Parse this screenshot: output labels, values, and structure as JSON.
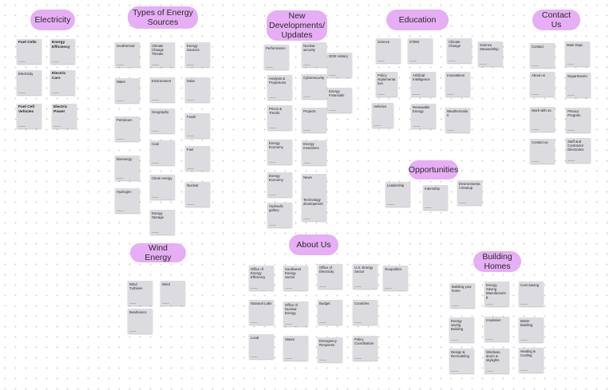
{
  "board": {
    "headers": [
      {
        "id": "electricity",
        "label": "Electricity"
      },
      {
        "id": "types",
        "label": "Types of Energy Sources"
      },
      {
        "id": "developments",
        "label": "New Developments/ Updates"
      },
      {
        "id": "education",
        "label": "Education"
      },
      {
        "id": "contact",
        "label": "Contact Us"
      },
      {
        "id": "opportunities",
        "label": "Opportunities"
      },
      {
        "id": "wind",
        "label": "Wind Energy"
      },
      {
        "id": "about",
        "label": "About Us"
      },
      {
        "id": "buildings",
        "label": "Building Homes"
      }
    ],
    "cards": [
      {
        "label": "Fuel Cells",
        "bold": true
      },
      {
        "label": "Energy Efficiency",
        "bold": true
      },
      {
        "label": "Electricity",
        "bold": false
      },
      {
        "label": "Electric Cars",
        "bold": true
      },
      {
        "label": "Fuel Cell Vehicles",
        "bold": true
      },
      {
        "label": "Electric Power",
        "bold": true
      },
      {
        "label": "Geothermal",
        "bold": false
      },
      {
        "label": "Water",
        "bold": false
      },
      {
        "label": "Petroleum",
        "bold": false
      },
      {
        "label": "Bioenergy",
        "bold": false
      },
      {
        "label": "Hydrogen",
        "bold": false
      },
      {
        "label": "Climate Change Threats",
        "bold": false
      },
      {
        "label": "Environment",
        "bold": false
      },
      {
        "label": "Geography",
        "bold": false
      },
      {
        "label": "Coal",
        "bold": false
      },
      {
        "label": "Clean energy",
        "bold": false
      },
      {
        "label": "Energy Storage",
        "bold": false
      },
      {
        "label": "Energy Sources",
        "bold": false
      },
      {
        "label": "Solar",
        "bold": false
      },
      {
        "label": "Fossil",
        "bold": false
      },
      {
        "label": "Fuel",
        "bold": false
      },
      {
        "label": "Nuclear",
        "bold": false
      },
      {
        "label": "Performance",
        "bold": false
      },
      {
        "label": "Analysis & Projections",
        "bold": false
      },
      {
        "label": "Prices & Trends",
        "bold": false
      },
      {
        "label": "Energy Economy",
        "bold": false
      },
      {
        "label": "Energy Economy",
        "bold": false
      },
      {
        "label": "Hydraulic gallery",
        "bold": false
      },
      {
        "label": "Nuclear security",
        "bold": false
      },
      {
        "label": "Cybersecurity",
        "bold": false
      },
      {
        "label": "Projects",
        "bold": false
      },
      {
        "label": "Energy Inventions",
        "bold": false
      },
      {
        "label": "News",
        "bold": false
      },
      {
        "label": "Technology development",
        "bold": false
      },
      {
        "label": "DOE History",
        "bold": false
      },
      {
        "label": "Energy Financials",
        "bold": false
      },
      {
        "label": "Science",
        "bold": false
      },
      {
        "label": "Policy implementation",
        "bold": false
      },
      {
        "label": "Vehicles",
        "bold": false
      },
      {
        "label": "STEM",
        "bold": false
      },
      {
        "label": "Artificial Intelligence",
        "bold": false
      },
      {
        "label": "Renewable Energy",
        "bold": false
      },
      {
        "label": "Climate Change",
        "bold": false
      },
      {
        "label": "Innovations",
        "bold": false
      },
      {
        "label": "Weatherization",
        "bold": false
      },
      {
        "label": "Science Stewardship",
        "bold": false
      },
      {
        "label": "Contact",
        "bold": false
      },
      {
        "label": "About us",
        "bold": false
      },
      {
        "label": "Work with us",
        "bold": false
      },
      {
        "label": "Contact us",
        "bold": false
      },
      {
        "label": "Main Dept.",
        "bold": false
      },
      {
        "label": "Departments",
        "bold": false
      },
      {
        "label": "Privacy Program",
        "bold": false
      },
      {
        "label": "Staff and Contractor Directories",
        "bold": false
      },
      {
        "label": "Leadership",
        "bold": false
      },
      {
        "label": "Internship",
        "bold": false
      },
      {
        "label": "Environmental cleanup",
        "bold": false
      },
      {
        "label": "Wind Turbines",
        "bold": false
      },
      {
        "label": "Wind",
        "bold": false
      },
      {
        "label": "Bearbonics",
        "bold": false
      },
      {
        "label": "Office of Energy Efficiency",
        "bold": false
      },
      {
        "label": "Southwest Energy Sector",
        "bold": false
      },
      {
        "label": "Office of Electricity",
        "bold": false
      },
      {
        "label": "U.S. Energy Sector",
        "bold": false
      },
      {
        "label": "Geopolitics",
        "bold": false
      },
      {
        "label": "National Labs",
        "bold": false
      },
      {
        "label": "Office of Nuclear Energy",
        "bold": false
      },
      {
        "label": "Budget",
        "bold": false
      },
      {
        "label": "Countries",
        "bold": false
      },
      {
        "label": "Local",
        "bold": false
      },
      {
        "label": "States",
        "bold": false
      },
      {
        "label": "Emergency Response",
        "bold": false
      },
      {
        "label": "Policy Coordination",
        "bold": false
      },
      {
        "label": "Building your home",
        "bold": false
      },
      {
        "label": "Energy Saving Manufacturing",
        "bold": false
      },
      {
        "label": "Cost Saving",
        "bold": false
      },
      {
        "label": "Energy saving Building",
        "bold": false
      },
      {
        "label": "Insulation",
        "bold": false
      },
      {
        "label": "Better Building",
        "bold": false
      },
      {
        "label": "Design & Remodeling",
        "bold": false
      },
      {
        "label": "Windows, doors & skylights",
        "bold": false
      },
      {
        "label": "Heating & Cooling",
        "bold": false
      }
    ]
  }
}
